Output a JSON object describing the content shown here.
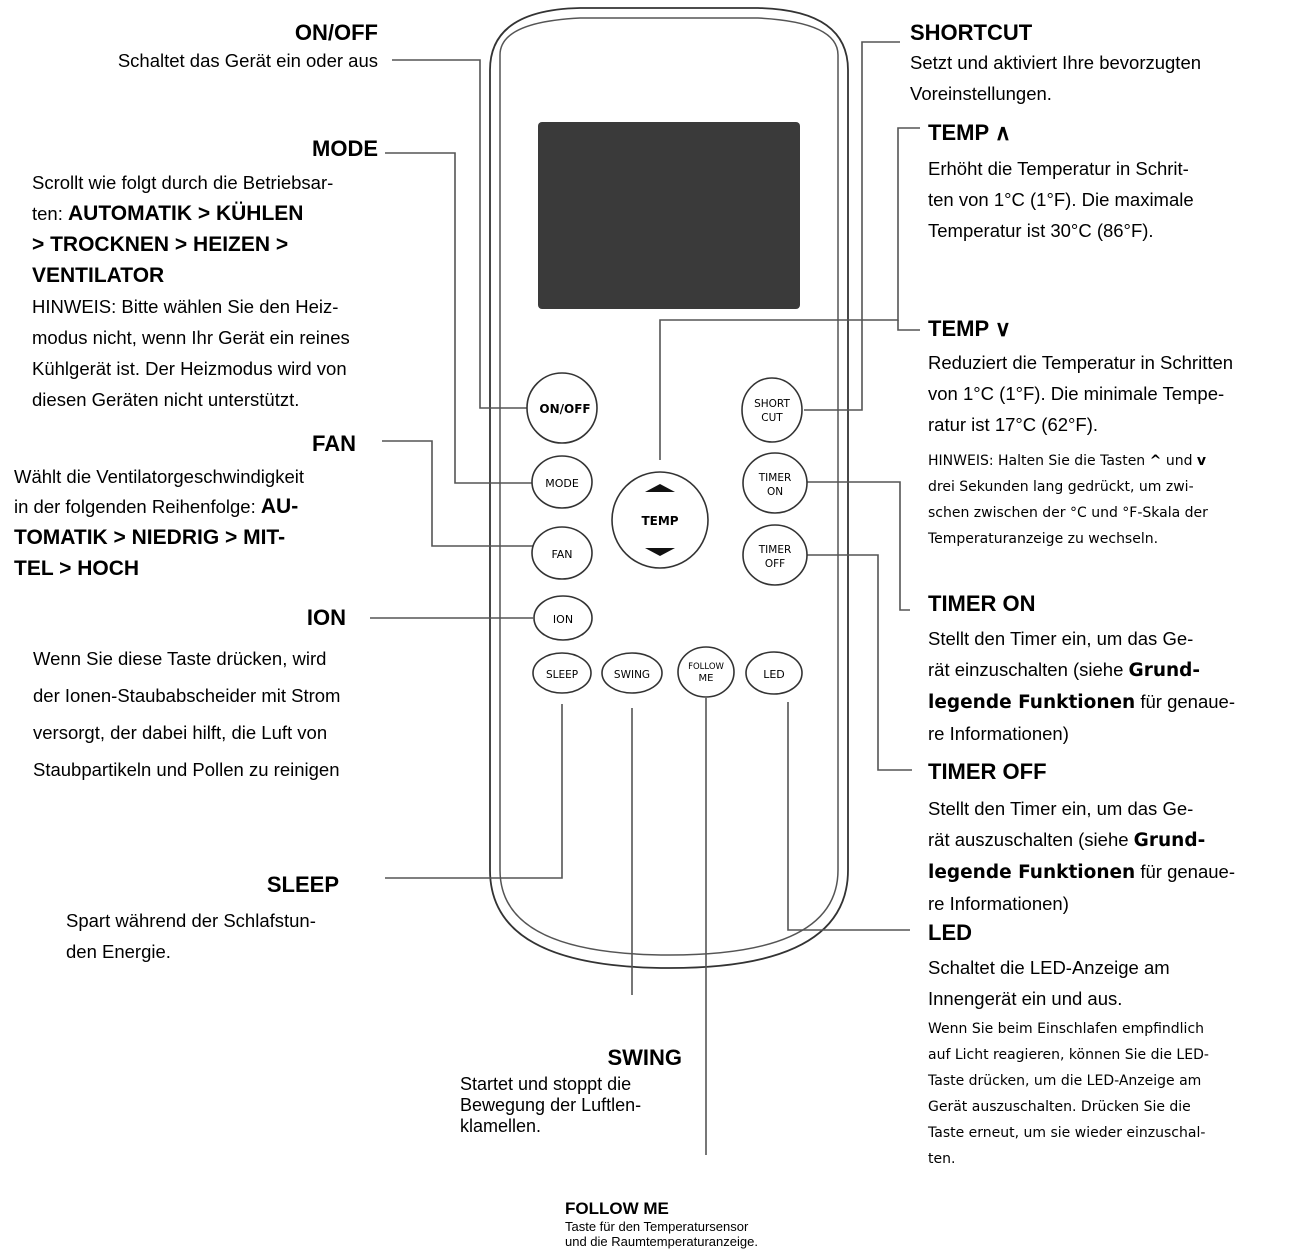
{
  "onoff": {
    "title": "ON/OFF",
    "desc": "Schaltet das Gerät ein oder aus"
  },
  "mode": {
    "title": "MODE",
    "desc1": "Scrollt wie folgt durch die Betriebsar-",
    "desc2": "ten: ",
    "seq1": "AUTOMATIK > KÜHLEN",
    "seq2": "> TROCKNEN > HEIZEN >",
    "seq3": "VENTILATOR",
    "note": [
      "HINWEIS: Bitte wählen Sie den Heiz-",
      "modus nicht, wenn Ihr Gerät ein reines",
      "Kühlgerät ist. Der Heizmodus wird von",
      "diesen Geräten nicht unterstützt."
    ]
  },
  "fan": {
    "title": "FAN",
    "desc1": "Wählt die Ventilatorgeschwindigkeit",
    "desc2": "in der folgenden Reihenfolge: ",
    "seq1": "AU-",
    "seq2": "TOMATIK > NIEDRIG > MIT-",
    "seq3": "TEL > HOCH"
  },
  "ion": {
    "title": "ION",
    "lines": [
      "Wenn Sie diese Taste drücken, wird",
      "der Ionen-Staubabscheider mit Strom",
      "versorgt, der dabei hilft, die Luft von",
      "Staubpartikeln und Pollen zu reinigen"
    ]
  },
  "sleep": {
    "title": "SLEEP",
    "lines": [
      "Spart während der Schlafstun-",
      "den Energie."
    ]
  },
  "swing": {
    "title": "SWING",
    "lines": [
      "Startet und stoppt die",
      "Bewegung der Luftlen-",
      "klamellen."
    ]
  },
  "followme": {
    "title": "FOLLOW ME",
    "lines": [
      "Taste für den Temperatursensor",
      "und die Raumtemperaturanzeige."
    ]
  },
  "shortcut": {
    "title": "SHORTCUT",
    "lines": [
      "Setzt und aktiviert Ihre bevorzugten",
      "Voreinstellungen."
    ]
  },
  "tempup": {
    "title": "TEMP ∧",
    "lines": [
      "Erhöht die Temperatur in Schrit-",
      "ten von 1°C (1°F). Die maximale",
      "Temperatur ist 30°C (86°F)."
    ]
  },
  "tempdown": {
    "title": "TEMP ∨",
    "lines": [
      "Reduziert die Temperatur in Schritten",
      "von 1°C (1°F). Die minimale Tempe-",
      "ratur ist 17°C (62°F)."
    ],
    "note1": "HINWEIS: Halten Sie die Tasten ",
    "note_up": "^",
    "note_und": " und ",
    "note_down": "v",
    "note_lines": [
      "drei Sekunden lang gedrückt, um zwi-",
      "schen zwischen der °C und °F-Skala der",
      "Temperaturanzeige zu wechseln."
    ]
  },
  "timeron": {
    "title": "TIMER ON",
    "l1": "Stellt den Timer ein, um das Ge-",
    "l2a": "rät einzuschalten (siehe ",
    "l2b": "Grund-",
    "l3a": "legende Funktionen",
    "l3b": " für genaue-",
    "l4": "re Informationen)"
  },
  "timeroff": {
    "title": "TIMER OFF",
    "l1": "Stellt den Timer ein, um das Ge-",
    "l2a": "rät auszuschalten (siehe ",
    "l2b": "Grund-",
    "l3a": "legende Funktionen",
    "l3b": " für genaue-",
    "l4": "re Informationen)"
  },
  "led": {
    "title": "LED",
    "lines": [
      "Schaltet die LED-Anzeige am",
      "Innengerät ein und aus."
    ],
    "note": [
      "Wenn Sie beim Einschlafen empfindlich",
      "auf Licht reagieren, können Sie die LED-",
      "Taste drücken, um die LED-Anzeige am",
      "Gerät auszuschalten. Drücken Sie die",
      "Taste erneut, um sie wieder einzuschal-",
      "ten."
    ]
  },
  "buttons": {
    "onoff": "ON/OFF",
    "mode": "MODE",
    "fan": "FAN",
    "ion": "ION",
    "sleep": "SLEEP",
    "swing": "SWING",
    "follow1": "FOLLOW",
    "follow2": "ME",
    "led": "LED",
    "short1": "SHORT",
    "short2": "CUT",
    "timeron1": "TIMER",
    "timeron2": "ON",
    "timeroff1": "TIMER",
    "timeroff2": "OFF",
    "temp": "TEMP"
  }
}
